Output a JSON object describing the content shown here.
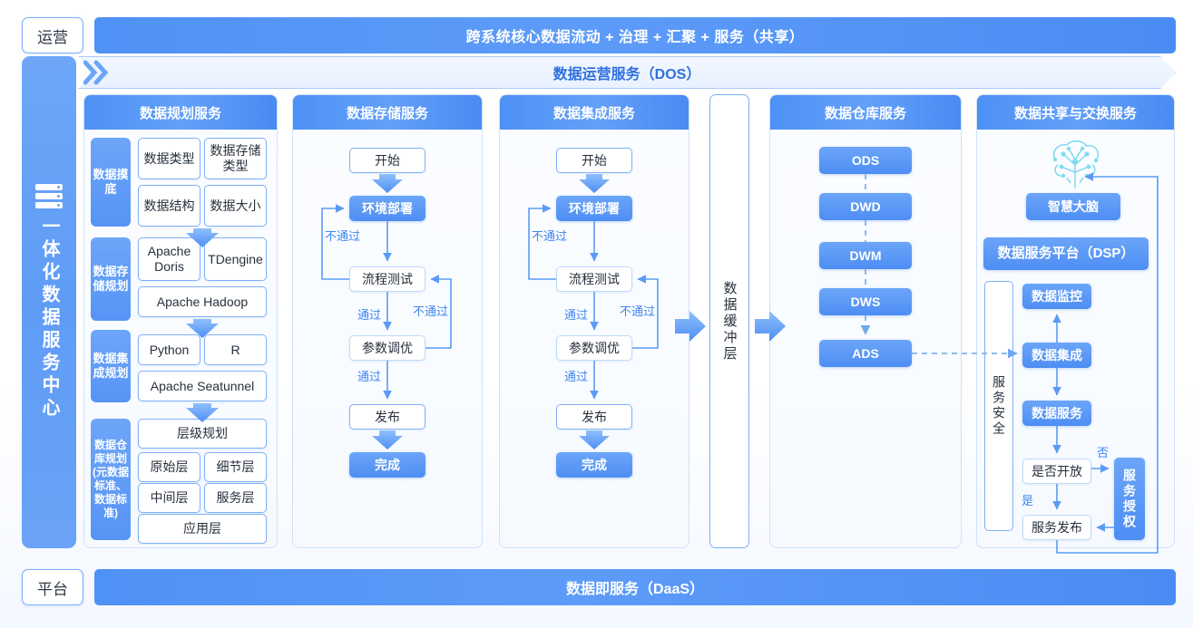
{
  "tags": {
    "top_left": "运营",
    "bottom_left": "平台"
  },
  "banners": {
    "top": "跨系统核心数据流动 + 治理 + 汇聚 + 服务（共享）",
    "dos": "数据运营服务（DOS）",
    "bottom": "数据即服务（DaaS）"
  },
  "sidebar": {
    "title": "一体化数据服务中心",
    "icon": "server-stack-icon"
  },
  "columns": {
    "planning": {
      "title": "数据规划服务",
      "groups": [
        {
          "label": "数据摸底",
          "items": [
            "数据类型",
            "数据存储类型",
            "数据结构",
            "数据大小"
          ]
        },
        {
          "label": "数据存储规划",
          "items": [
            "Apache Doris",
            "TDengine",
            "Apache Hadoop"
          ]
        },
        {
          "label": "数据集成规划",
          "items": [
            "Python",
            "R",
            "Apache Seatunnel"
          ]
        },
        {
          "label": "数据仓库规划(元数据标准、数据标准)",
          "items": [
            "层级规划",
            "原始层",
            "细节层",
            "中间层",
            "服务层",
            "应用层"
          ]
        }
      ]
    },
    "storage": {
      "title": "数据存储服务",
      "nodes": [
        "开始",
        "环境部署",
        "流程测试",
        "参数调优",
        "发布",
        "完成"
      ],
      "edge_labels": {
        "fail_top": "不通过",
        "pass_1": "通过",
        "fail_right": "不通过",
        "pass_2": "通过"
      }
    },
    "integration": {
      "title": "数据集成服务",
      "nodes": [
        "开始",
        "环境部署",
        "流程测试",
        "参数调优",
        "发布",
        "完成"
      ],
      "edge_labels": {
        "fail_top": "不通过",
        "pass_1": "通过",
        "fail_right": "不通过",
        "pass_2": "通过"
      }
    },
    "buffer": {
      "label": "数据缓冲层"
    },
    "warehouse": {
      "title": "数据仓库服务",
      "layers": [
        "ODS",
        "DWD",
        "DWM",
        "DWS",
        "ADS"
      ]
    },
    "sharing": {
      "title": "数据共享与交换服务",
      "brain_icon": "neural-brain-icon",
      "brain_label": "智慧大脑",
      "platform": "数据服务平台（DSP）",
      "security": "服务安全",
      "nodes": [
        "数据监控",
        "数据集成",
        "数据服务",
        "是否开放",
        "服务发布",
        "服务授权"
      ],
      "edge_labels": {
        "no": "否",
        "yes": "是"
      }
    }
  },
  "colors": {
    "accent": "#4e8ef4",
    "accent_light": "#6ba5f8",
    "banner": "#4f92f5",
    "border": "#7fb0f5",
    "text_blue": "#3f86ef",
    "brain": "#6fd4ef"
  }
}
